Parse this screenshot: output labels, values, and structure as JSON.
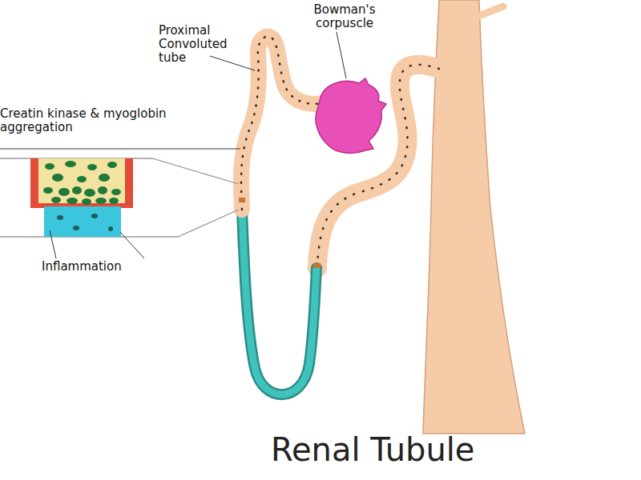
{
  "diagram": {
    "title": "Renal Tubule",
    "nodes": [
      {
        "text": [
          "Bowman's corpuscle"
        ]
      }
    ],
    "labels": [
      "Proximal Convoluted tube",
      "Creatin kinase & myoglobin aggregation",
      "Inflammation"
    ]
  }
}
